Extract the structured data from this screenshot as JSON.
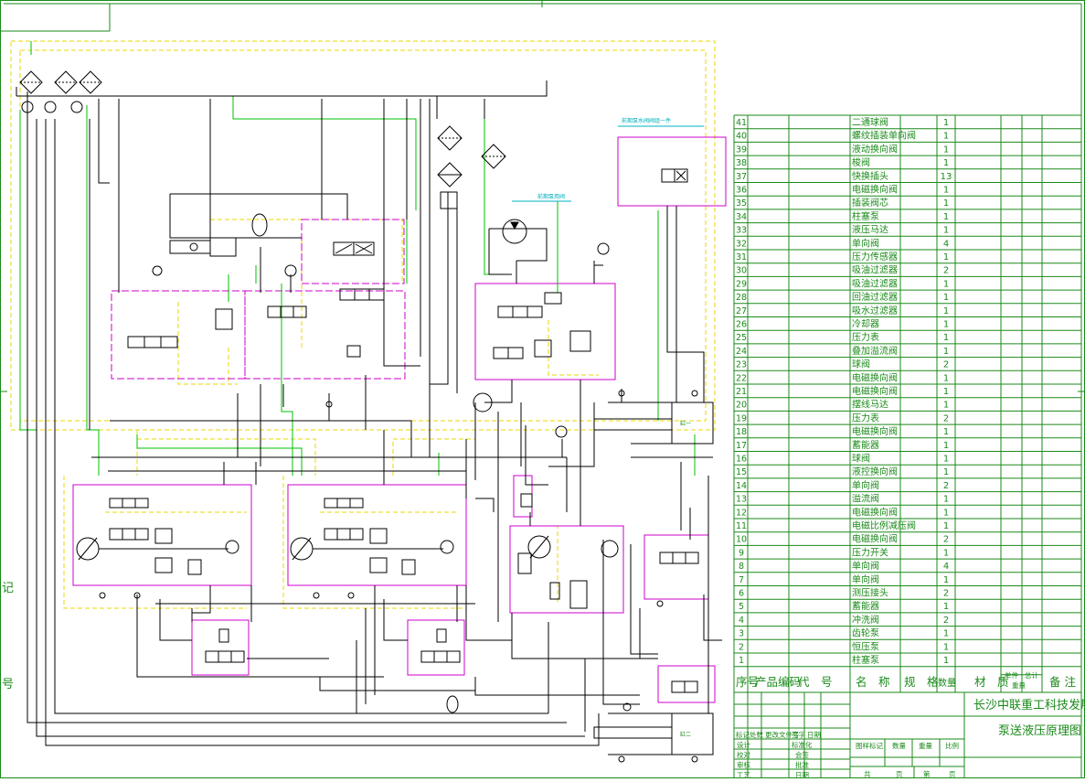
{
  "drawing": {
    "company": "长沙中联重工科技发展股份有",
    "title": "泵送液压原理图",
    "margin_left_top": "记",
    "margin_left_bottom": "号",
    "cylinder_top_label": "缸一",
    "cylinder_bottom_label": "缸二",
    "note_top_right": "前期泵水阀阀组一件",
    "note_mid": "前期泵用阀"
  },
  "bom": {
    "header": {
      "no": "序号",
      "part_code": "产品编码",
      "code": "代　号",
      "name": "名　称",
      "spec": "规　格",
      "qty": "数量",
      "material": "材　质",
      "unit_weight": "单件",
      "total_weight": "总计",
      "weight": "重量",
      "remark": "备 注"
    },
    "rows": [
      {
        "no": "41",
        "name": "二通球阀",
        "qty": "1"
      },
      {
        "no": "40",
        "name": "螺纹插装单向阀",
        "qty": "1"
      },
      {
        "no": "39",
        "name": "液动换向阀",
        "qty": "1"
      },
      {
        "no": "38",
        "name": "梭阀",
        "qty": "1"
      },
      {
        "no": "37",
        "name": "快换插头",
        "qty": "13"
      },
      {
        "no": "36",
        "name": "电磁换向阀",
        "qty": "1"
      },
      {
        "no": "35",
        "name": "插装阀芯",
        "qty": "1"
      },
      {
        "no": "34",
        "name": "柱塞泵",
        "qty": "1"
      },
      {
        "no": "33",
        "name": "液压马达",
        "qty": "1"
      },
      {
        "no": "32",
        "name": "单向阀",
        "qty": "4"
      },
      {
        "no": "31",
        "name": "压力传感器",
        "qty": "1"
      },
      {
        "no": "30",
        "name": "吸油过滤器",
        "qty": "2"
      },
      {
        "no": "29",
        "name": "吸油过滤器",
        "qty": "1"
      },
      {
        "no": "28",
        "name": "回油过滤器",
        "qty": "1"
      },
      {
        "no": "27",
        "name": "吸水过滤器",
        "qty": "1"
      },
      {
        "no": "26",
        "name": "冷却器",
        "qty": "1"
      },
      {
        "no": "25",
        "name": "压力表",
        "qty": "1"
      },
      {
        "no": "24",
        "name": "叠加溢流阀",
        "qty": "1"
      },
      {
        "no": "23",
        "name": "球阀",
        "qty": "2"
      },
      {
        "no": "22",
        "name": "电磁换向阀",
        "qty": "1"
      },
      {
        "no": "21",
        "name": "电磁换向阀",
        "qty": "1"
      },
      {
        "no": "20",
        "name": "摆线马达",
        "qty": "1"
      },
      {
        "no": "19",
        "name": "压力表",
        "qty": "2"
      },
      {
        "no": "18",
        "name": "电磁换向阀",
        "qty": "1"
      },
      {
        "no": "17",
        "name": "蓄能器",
        "qty": "1"
      },
      {
        "no": "16",
        "name": "球阀",
        "qty": "1"
      },
      {
        "no": "15",
        "name": "液控换向阀",
        "qty": "1"
      },
      {
        "no": "14",
        "name": "单向阀",
        "qty": "2"
      },
      {
        "no": "13",
        "name": "溢流阀",
        "qty": "1"
      },
      {
        "no": "12",
        "name": "电磁换向阀",
        "qty": "1"
      },
      {
        "no": "11",
        "name": "电磁比例减压阀",
        "qty": "1"
      },
      {
        "no": "10",
        "name": "电磁换向阀",
        "qty": "2"
      },
      {
        "no": "9",
        "name": "压力开关",
        "qty": "1"
      },
      {
        "no": "8",
        "name": "单向阀",
        "qty": "4"
      },
      {
        "no": "7",
        "name": "单向阀",
        "qty": "1"
      },
      {
        "no": "6",
        "name": "测压接头",
        "qty": "2"
      },
      {
        "no": "5",
        "name": "蓄能器",
        "qty": "1"
      },
      {
        "no": "4",
        "name": "冲洗阀",
        "qty": "2"
      },
      {
        "no": "3",
        "name": "齿轮泵",
        "qty": "1"
      },
      {
        "no": "2",
        "name": "恒压泵",
        "qty": "1"
      },
      {
        "no": "1",
        "name": "柱塞泵",
        "qty": "1"
      }
    ]
  },
  "title_block": {
    "rev_cols": [
      "标记",
      "处数",
      "更改文件号",
      "签字",
      "日期"
    ],
    "roles": [
      "设计",
      "校对",
      "审核",
      "工艺"
    ],
    "roles2": [
      "标准化",
      "会签",
      "批准",
      "日期"
    ],
    "stage_cols": [
      "图样标记",
      "数量",
      "重量",
      "比例"
    ],
    "sheet_cols": [
      "共",
      "页",
      "第",
      "页"
    ]
  },
  "colors": {
    "line": "#000000",
    "frame": "#1a8a1a",
    "pilot": "#e8d800",
    "module": "#cc00cc",
    "green_wire": "#00c000",
    "cyan": "#00b0c0"
  }
}
